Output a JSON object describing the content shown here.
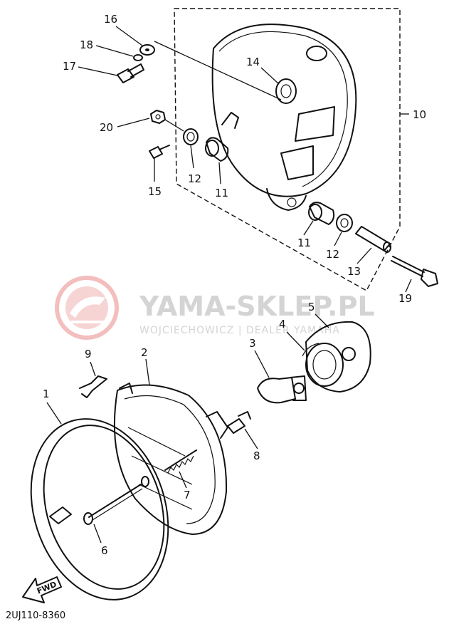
{
  "diagram_code": "2UJ110-8360",
  "fwd_label": "FWD",
  "watermark": {
    "brand": "YAMA-SKLEP.PL",
    "subtitle": "WOJCIECHOWICZ | DEALER YAMAHA"
  },
  "callouts": [
    {
      "id": "1",
      "label": "1"
    },
    {
      "id": "2",
      "label": "2"
    },
    {
      "id": "3",
      "label": "3"
    },
    {
      "id": "4",
      "label": "4"
    },
    {
      "id": "5",
      "label": "5"
    },
    {
      "id": "6",
      "label": "6"
    },
    {
      "id": "7",
      "label": "7"
    },
    {
      "id": "8",
      "label": "8"
    },
    {
      "id": "9",
      "label": "9"
    },
    {
      "id": "10",
      "label": "10"
    },
    {
      "id": "11a",
      "label": "11"
    },
    {
      "id": "11b",
      "label": "11"
    },
    {
      "id": "12a",
      "label": "12"
    },
    {
      "id": "12b",
      "label": "12"
    },
    {
      "id": "13",
      "label": "13"
    },
    {
      "id": "14",
      "label": "14"
    },
    {
      "id": "15",
      "label": "15"
    },
    {
      "id": "16",
      "label": "16"
    },
    {
      "id": "17",
      "label": "17"
    },
    {
      "id": "18",
      "label": "18"
    },
    {
      "id": "19",
      "label": "19"
    },
    {
      "id": "20",
      "label": "20"
    }
  ]
}
